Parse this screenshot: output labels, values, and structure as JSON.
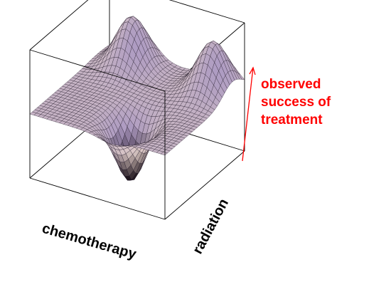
{
  "chart_data": {
    "type": "surface",
    "xlabel": "chemotherapy",
    "ylabel": "radiation",
    "zlabel": "",
    "annotation": {
      "lines": [
        "observed",
        "success of",
        "treatment"
      ],
      "color": "#ff0000"
    },
    "grid": false,
    "ticks": false,
    "surface": {
      "description_of_shape": "two peaks along the back edge, one deep trough in front-center",
      "peaks": [
        {
          "x": 0.25,
          "y": 0.85,
          "height": 1.0
        },
        {
          "x": 0.85,
          "y": 0.85,
          "height": 1.0
        }
      ],
      "troughs": [
        {
          "x": 0.6,
          "y": 0.25,
          "depth": -1.2
        }
      ],
      "zlim": [
        -1.3,
        1.3
      ],
      "xlim": [
        0,
        1
      ],
      "ylim": [
        0,
        1
      ]
    },
    "colors": {
      "light": "#ead7c8",
      "mid": "#a08ec0",
      "dark": "#1a1018",
      "edge": "#3b5bd8",
      "mesh": "#221a2a"
    }
  }
}
